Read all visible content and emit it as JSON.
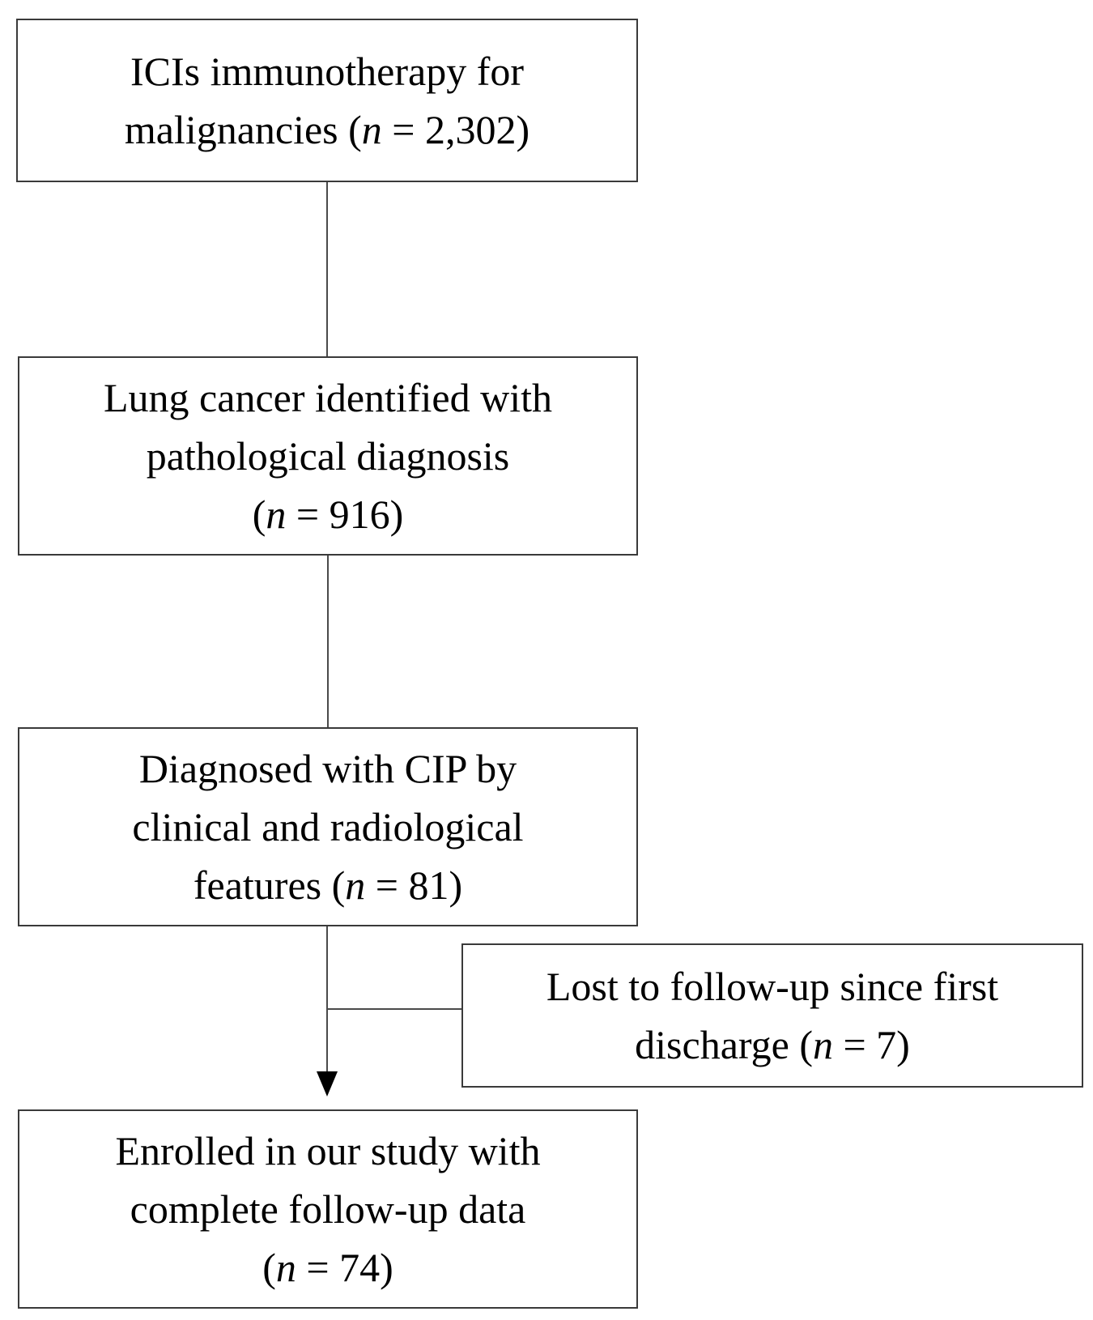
{
  "flowchart": {
    "ici": {
      "line1": "ICIs immunotherapy for",
      "line2_prefix": "malignancies (",
      "n_symbol": "n",
      "line2_suffix": " = 2,302)"
    },
    "lung": {
      "line1": "Lung cancer identified with",
      "line2": "pathological diagnosis",
      "line3_prefix": "(",
      "n_symbol": "n",
      "line3_suffix": " = 916)"
    },
    "cip": {
      "line1": "Diagnosed with CIP by",
      "line2": "clinical and radiological",
      "line3_prefix": "features (",
      "n_symbol": "n",
      "line3_suffix": " = 81)"
    },
    "lost": {
      "line1": "Lost to follow-up since first",
      "line2_prefix": "discharge (",
      "n_symbol": "n",
      "line2_suffix": " = 7)"
    },
    "enrolled": {
      "line1": "Enrolled in our study with",
      "line2": "complete follow-up data",
      "line3_prefix": "(",
      "n_symbol": "n",
      "line3_suffix": " = 74)"
    }
  },
  "colors": {
    "border": "#3a3a3a",
    "line": "#4a4a4a",
    "arrow": "#000000"
  }
}
